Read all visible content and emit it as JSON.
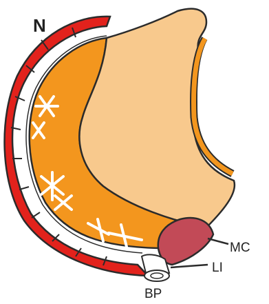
{
  "figure": {
    "panel_label": "N",
    "labels": {
      "mc": "MC",
      "li": "LI",
      "bp": "BP"
    }
  },
  "colors": {
    "outer_layer": "#e2221c",
    "orange_layer": "#f3961e",
    "pale_region": "#f8c98d",
    "mc_region": "#c24a57",
    "outline": "#2b2b2b",
    "arrows": "#ffffff"
  }
}
